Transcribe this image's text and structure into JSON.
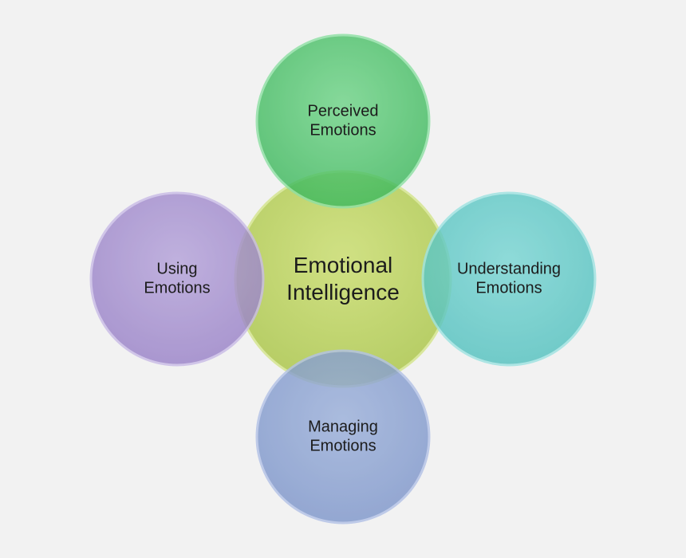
{
  "center": {
    "lines": [
      "Emotional",
      "Intelligence"
    ],
    "color": "#bcd36a"
  },
  "top": {
    "lines": [
      "Perceived",
      "Emotions"
    ],
    "color": "#4cc46a"
  },
  "left": {
    "lines": [
      "Using",
      "Emotions"
    ],
    "color": "#a48fd0"
  },
  "right": {
    "lines": [
      "Understanding",
      "Emotions"
    ],
    "color": "#5fcac8"
  },
  "bottom": {
    "lines": [
      "Managing",
      "Emotions"
    ],
    "color": "#879fd1"
  },
  "background": "#f2f2f2"
}
